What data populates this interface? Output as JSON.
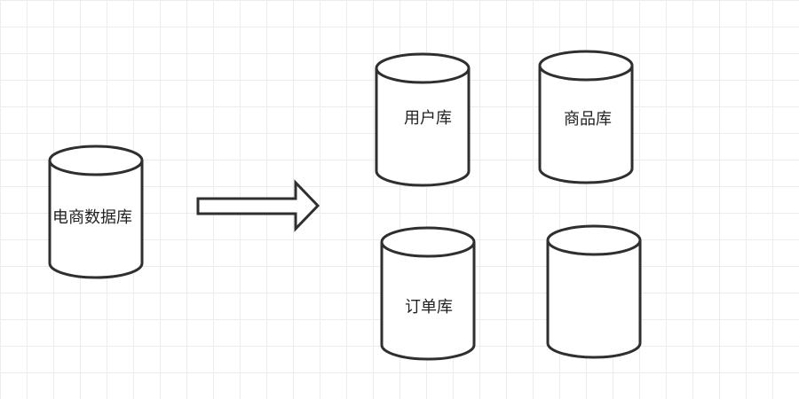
{
  "diagram": {
    "source_db": {
      "label": "电商数据库"
    },
    "target_dbs": [
      {
        "label": "用户库"
      },
      {
        "label": "商品库"
      },
      {
        "label": "订单库"
      },
      {
        "label": ""
      }
    ]
  },
  "colors": {
    "stroke": "#2f2f2f",
    "fill": "#ffffff",
    "grid": "#ececec",
    "text": "#222222"
  }
}
